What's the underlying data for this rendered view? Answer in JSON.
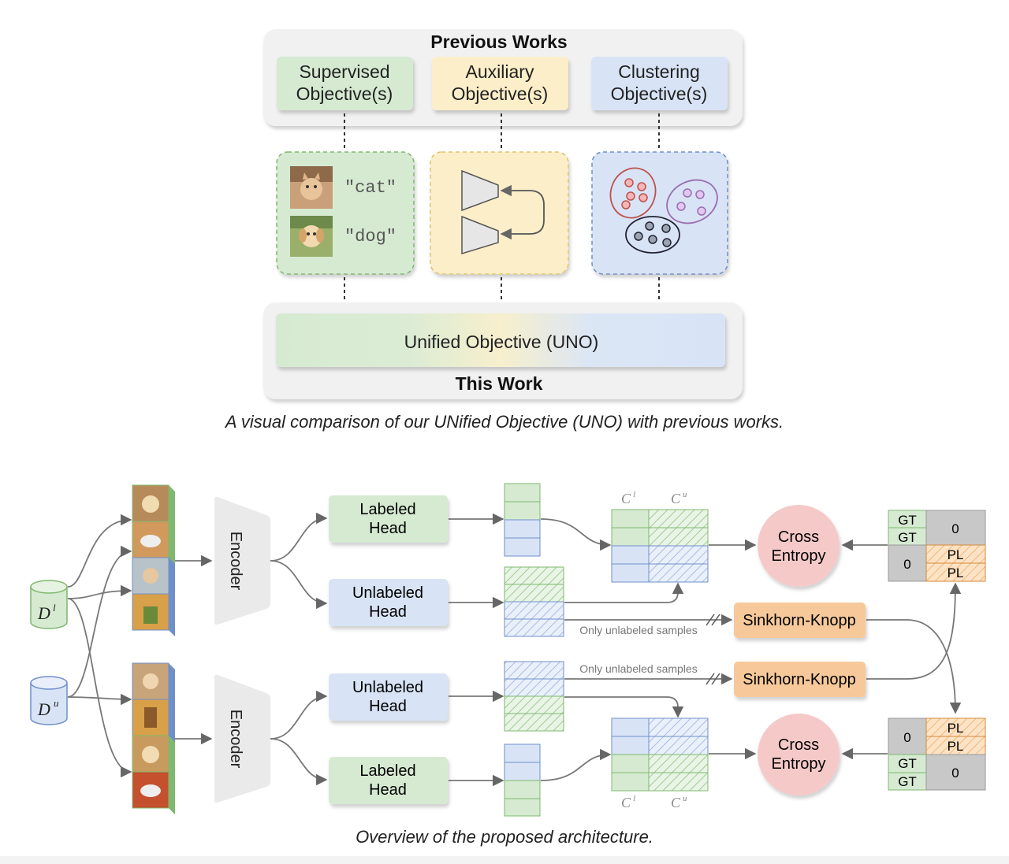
{
  "top_figure": {
    "previous_works_title": "Previous Works",
    "this_work_title": "This Work",
    "objectives": [
      {
        "line1": "Supervised",
        "line2": "Objective(s)",
        "color": "#d6ead2"
      },
      {
        "line1": "Auxiliary",
        "line2": "Objective(s)",
        "color": "#fbeec9"
      },
      {
        "line1": "Clustering",
        "line2": "Objective(s)",
        "color": "#d8e4f6"
      }
    ],
    "supervised_labels": [
      "\"cat\"",
      "\"dog\""
    ],
    "unified_objective": "Unified Objective (UNO)",
    "caption": "A visual comparison of our UNified Objective (UNO) with previous works."
  },
  "architecture": {
    "datasets": {
      "labeled": "D",
      "labeled_sup": "l",
      "unlabeled": "D",
      "unlabeled_sup": "u"
    },
    "encoder_label": "Encoder",
    "labeled_head": [
      "Labeled",
      "Head"
    ],
    "unlabeled_head": [
      "Unlabeled",
      "Head"
    ],
    "class_labels": {
      "C": "C",
      "labeled_sup": "l",
      "unlabeled_sup": "u"
    },
    "cross_entropy": [
      "Cross",
      "Entropy"
    ],
    "sinkhorn_knopp": "Sinkhorn-Knopp",
    "only_unlabeled_samples": "Only unlabeled samples",
    "target_cells": {
      "gt": "GT",
      "pl": "PL",
      "zero": "0"
    },
    "caption": "Overview of the proposed architecture."
  },
  "colors": {
    "green": "#d6ead2",
    "green_stroke": "#7fb86e",
    "yellow": "#fbeec9",
    "blue": "#d8e4f6",
    "blue_stroke": "#6f8fc9",
    "red_soft": "#f6c9c9",
    "orange": "#f7c99a",
    "orange_stroke": "#d48a3a",
    "gray_cell": "#c8c8c8"
  }
}
